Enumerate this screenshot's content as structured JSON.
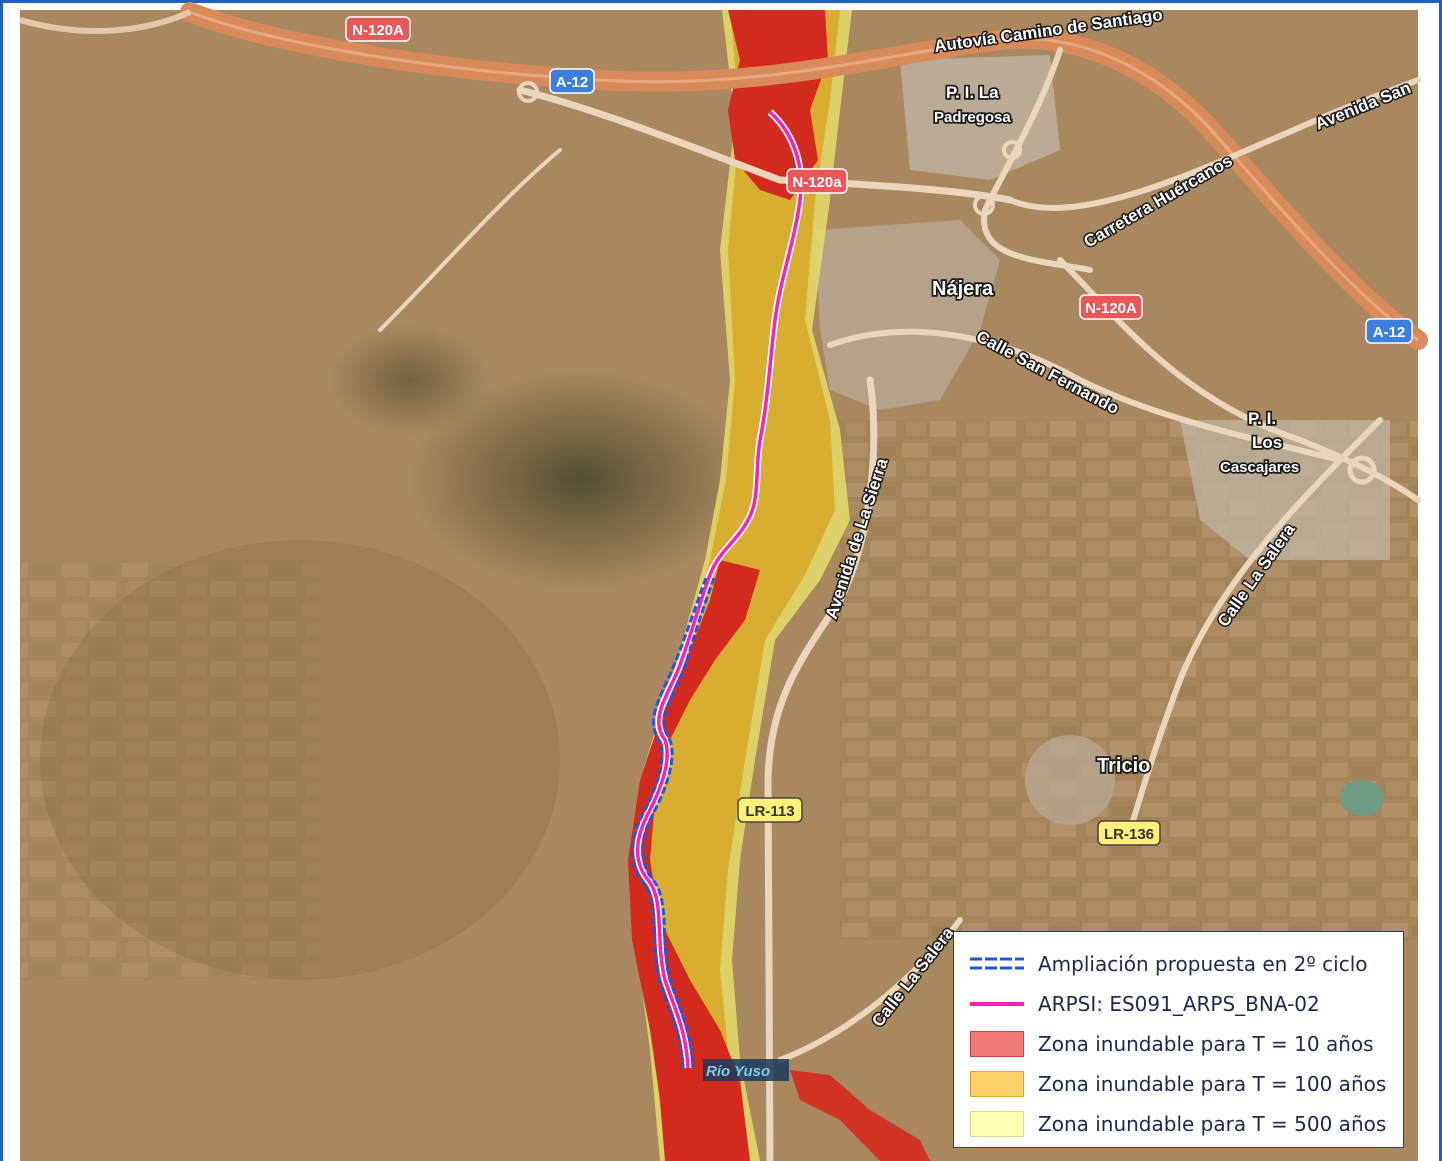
{
  "colors": {
    "terrain": "#a9885f",
    "flood_10": "#d42a1e",
    "flood_100": "#d8a92a",
    "flood_500": "#e8dd6a",
    "arpsi_line": "#ff1fb8",
    "extension_line": "#1e56e6",
    "autovia": "#d98a5a",
    "road": "#e9d6bd",
    "frame": "#1f5fbf"
  },
  "road_labels": {
    "n120A_top": "N-120A",
    "a12_top": "A-12",
    "n120a_mid": "N-120a",
    "n120A_right": "N-120A",
    "a12_right": "A-12",
    "lr113": "LR-113",
    "lr136": "LR-136"
  },
  "street_labels": {
    "autovia": "Autovía Camino de Santiago",
    "avenida_san": "Avenida San",
    "carretera_huercanos": "Carretera Huércanos",
    "calle_san_fernando": "Calle San Fernando",
    "avenida_sierra": "Avenida de La Sierra",
    "calle_salera_right": "Calle La Salera",
    "calle_salera_bottom": "Calle La Salera",
    "rio_yuso": "Río Yuso"
  },
  "place_labels": {
    "pi_padregosa_1": "P. I. La",
    "pi_padregosa_2": "Padregosa",
    "najera": "Nájera",
    "pi_cascajares_1": "P. I.",
    "pi_cascajares_2": "Los",
    "pi_cascajares_3": "Cascajares",
    "tricio": "Tricio"
  },
  "legend": {
    "items": [
      {
        "icon": "dashed-blue-line-icon",
        "label": "Ampliación propuesta en 2º ciclo"
      },
      {
        "icon": "magenta-line-icon",
        "label": "ARPSI:   ES091_ARPS_BNA-02"
      },
      {
        "icon": "red-swatch-icon",
        "label": "Zona inundable para T = 10 años",
        "color": "#f07a78"
      },
      {
        "icon": "orange-swatch-icon",
        "label": "Zona inundable para T = 100 años",
        "color": "#fbd167"
      },
      {
        "icon": "yellow-swatch-icon",
        "label": "Zona inundable para T = 500 años",
        "color": "#ffffb4"
      }
    ]
  }
}
